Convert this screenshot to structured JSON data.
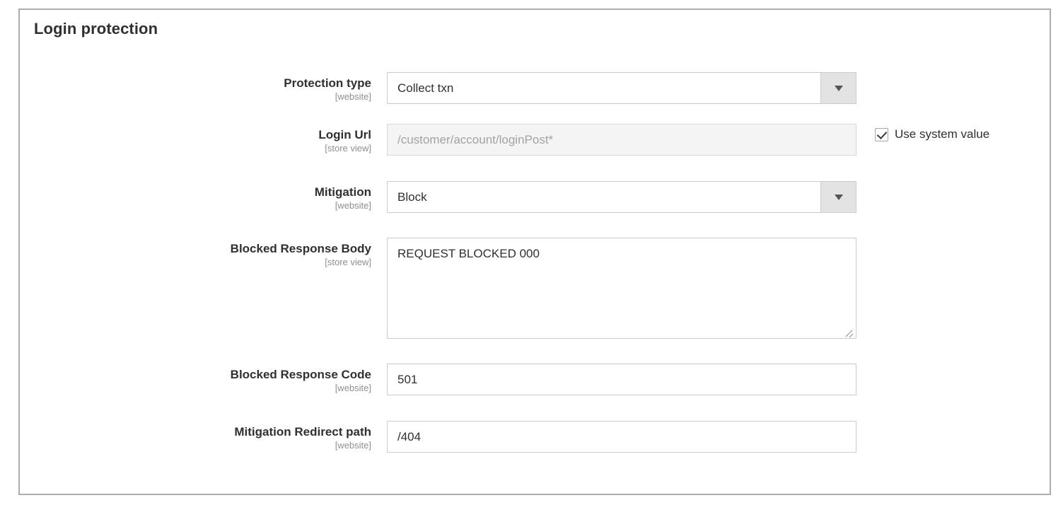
{
  "panel": {
    "title": "Login protection"
  },
  "fields": [
    {
      "label": "Protection type",
      "scope": "[website]",
      "type": "select",
      "value": "Collect txn",
      "arrow_icon": "chevron-down-icon"
    },
    {
      "label": "Login Url",
      "scope": "[store view]",
      "type": "text",
      "value": "/customer/account/loginPost*",
      "disabled": true,
      "system_value": {
        "checked": true,
        "label": "Use system value"
      }
    },
    {
      "label": "Mitigation",
      "scope": "[website]",
      "type": "select",
      "value": "Block",
      "arrow_icon": "chevron-down-icon"
    },
    {
      "label": "Blocked Response Body",
      "scope": "[store view]",
      "type": "textarea",
      "value": "REQUEST BLOCKED 000",
      "resize_icon": "resize-grip-icon"
    },
    {
      "label": "Blocked Response Code",
      "scope": "[website]",
      "type": "text",
      "value": "501",
      "disabled": false
    },
    {
      "label": "Mitigation Redirect path",
      "scope": "[website]",
      "type": "text",
      "value": "/404",
      "disabled": false
    }
  ],
  "colors": {
    "panel_border": "#adadad",
    "field_border": "#cccccc",
    "text": "#303030",
    "scope_text": "#8f8f8f",
    "disabled_bg": "#f4f4f4",
    "disabled_text": "#a2a2a2",
    "dropdown_button_bg": "#e3e3e3"
  }
}
